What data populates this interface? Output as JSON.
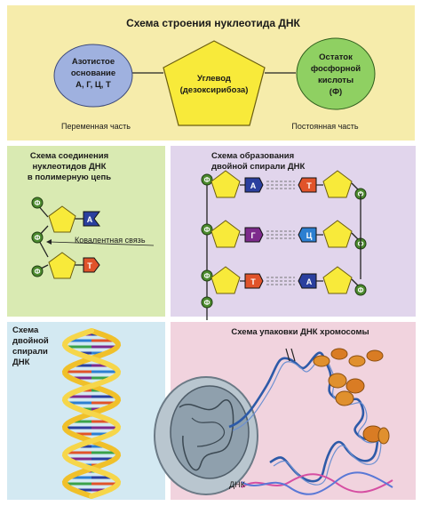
{
  "top": {
    "title": "Схема строения нуклеотида ДНК",
    "base_line1": "Азотистое",
    "base_line2": "основание",
    "base_line3": "А, Г, Ц, Т",
    "sugar_line1": "Углевод",
    "sugar_line2": "(дезоксирибоза)",
    "phos_line1": "Остаток",
    "phos_line2": "фосфорной",
    "phos_line3": "кислоты",
    "phos_line4": "(Ф)",
    "variable": "Переменная часть",
    "constant": "Постоянная часть"
  },
  "polymer": {
    "title_line1": "Схема соединения",
    "title_line2": "нуклеотидов ДНК",
    "title_line3": "в полимерную цепь",
    "phosphate": "Ф",
    "base_top": "А",
    "base_bottom": "Т",
    "bond_label": "Ковалентная связь"
  },
  "helix_formation": {
    "title_line1": "Схема образования",
    "title_line2": "двойной спирали ДНК",
    "phosphate": "Ф",
    "pairs": [
      {
        "left": "А",
        "right": "Т"
      },
      {
        "left": "Г",
        "right": "Ц"
      },
      {
        "left": "Т",
        "right": "А"
      }
    ]
  },
  "double_helix": {
    "title_line1": "Схема",
    "title_line2": "двойной",
    "title_line3": "спирали",
    "title_line4": "ДНК"
  },
  "packing": {
    "title": "Схема упаковки ДНК хромосомы",
    "dna_label": "ДНК"
  },
  "colors": {
    "adenine": "#2a3f9e",
    "guanine": "#7d2a8c",
    "cytosine": "#2c7fd1",
    "thymine": "#e0532a",
    "sugar": "#f8ea3a",
    "phosphate": "#4c8a2e",
    "base_ellipse": "#9fb1df",
    "phos_ellipse": "#8fd062"
  }
}
